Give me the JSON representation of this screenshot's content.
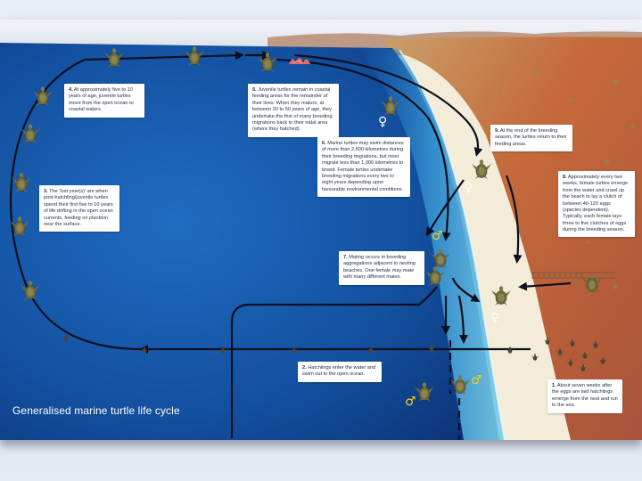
{
  "title": "Generalised marine turtle life cycle",
  "steps": [
    {
      "num": "1.",
      "text": "About seven weeks after the eggs are laid hatchlings emerge from the nest and run to the sea."
    },
    {
      "num": "2.",
      "text": "Hatchlings enter the water and swim out to the open ocean."
    },
    {
      "num": "3.",
      "text": "The 'lost year(s)' are when post-hatchling/juvenile turtles spend their first five to 10 years of life drifting in the open ocean currents, feeding on plankton near the surface."
    },
    {
      "num": "4.",
      "text": "At approximately five to 10 years of age, juvenile turtles move from the open ocean to coastal waters."
    },
    {
      "num": "5.",
      "text": "Juvenile turtles remain in coastal feeding areas for the remainder of their lives. When they mature, at between 20 to 50 years of age, they undertake the first of many breeding migrations back to their natal area (where they hatched)."
    },
    {
      "num": "6.",
      "text": "Marine turtles may swim distances of more than 2,600 kilometres during their breeding migrations, but most migrate less than 1,000 kilometres to breed. Female turtles undertake breeding migrations every two to eight years depending upon favourable environmental conditions."
    },
    {
      "num": "7.",
      "text": "Mating occurs in breeding aggregations adjacent to nesting beaches. One female may mate with many different males."
    },
    {
      "num": "8.",
      "text": "Approximately every two weeks, female turtles emerge from the water and crawl up the beach to lay a clutch of between 40-120 eggs (species dependent). Typically, each female lays three to five clutches of eggs during the breeding season."
    },
    {
      "num": "9.",
      "text": "At the end of the breeding season, the turtles return to their feeding areas."
    }
  ],
  "symbols": {
    "female": "♀",
    "male": "♂"
  },
  "colors": {
    "ocean_deep": "#0d3d8a",
    "ocean_mid": "#1a64b8",
    "shallow": "#59b9dd",
    "sand": "#f2ead6",
    "land": "#c7653a",
    "arrow": "#0b0f1e",
    "male": "#f4d21b"
  }
}
